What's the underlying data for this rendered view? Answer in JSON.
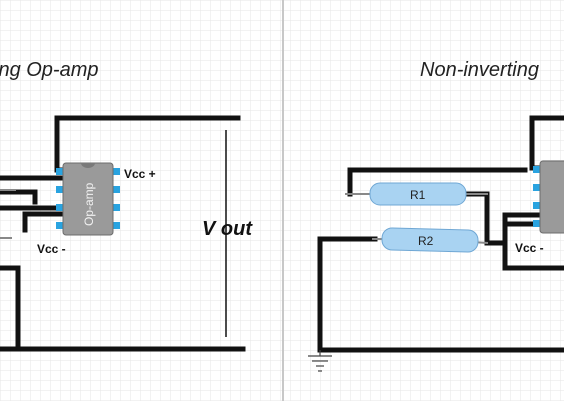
{
  "panels": {
    "left": {
      "title": "ing Op-amp"
    },
    "right": {
      "title": "Non-inverting"
    }
  },
  "labels": {
    "vout": "V out",
    "vcc_plus": "Vcc +",
    "vcc_minus_left": "Vcc -",
    "vcc_minus_right": "Vcc -",
    "opamp": "Op-amp"
  },
  "components": {
    "r1": "R1",
    "r2": "R2"
  },
  "colors": {
    "grid": "#e6e6e6",
    "wire": "#111111",
    "chip": "#9a9a9a",
    "pin": "#29a3e0",
    "resistor": "#a9d3f2",
    "divider": "#c8c8c8"
  }
}
